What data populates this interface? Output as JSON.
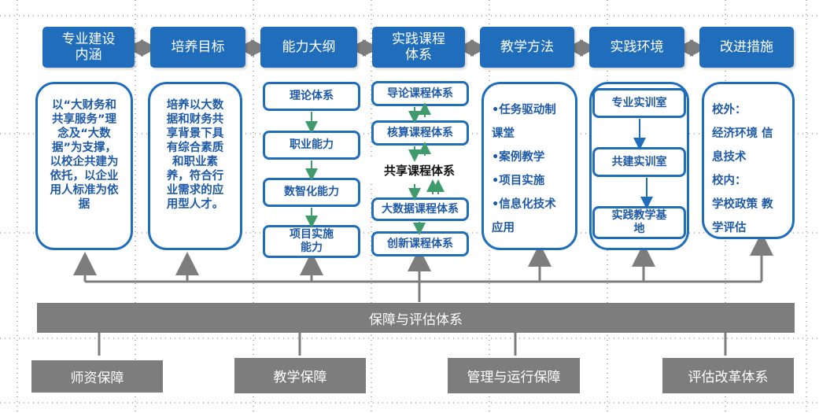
{
  "top_boxes": [
    {
      "label": "专业建设\n内涵"
    },
    {
      "label": "培养目标"
    },
    {
      "label": "能力大纲"
    },
    {
      "label": "实践课程\n体系"
    },
    {
      "label": "教学方法"
    },
    {
      "label": "实践环境"
    },
    {
      "label": "改进措施"
    }
  ],
  "connotation_text": "以“大财务和共享服务”理念及“大数据”为支撑，以校企共建为依托，以企业用人标准为依据",
  "goal_text": "培养以大数据和财务共享背景下具有综合素质和职业素养，符合行业需求的应用型人才。",
  "ability_items": [
    "理论体系",
    "职业能力",
    "数智化能力",
    "项目实施\n能力"
  ],
  "course_items": [
    "导论课程体系",
    "核算课程体系",
    "共享课程体系",
    "大数据课程体系",
    "创新课程体系"
  ],
  "method_items": [
    "•任务驱动制课堂",
    "•案例教学",
    "•项目实施",
    "•信息化技术应用"
  ],
  "environment_items": [
    "专业实训室",
    "共建实训室",
    "实践教学基\n地"
  ],
  "improvement_lines": [
    "校外：",
    "经济环境 信息技术",
    "校内：",
    "学校政策 教学评估"
  ],
  "guarantee_bar": "保障与评估体系",
  "bottom_boxes": [
    "师资保障",
    "教学保障",
    "管理与运行保障",
    "评估改革体系"
  ],
  "colors": {
    "primary_blue": "#1f6dbb",
    "text_blue": "#1f5aa6",
    "gray": "#7d7d7d",
    "green_arrow": "#3f9a6c"
  }
}
